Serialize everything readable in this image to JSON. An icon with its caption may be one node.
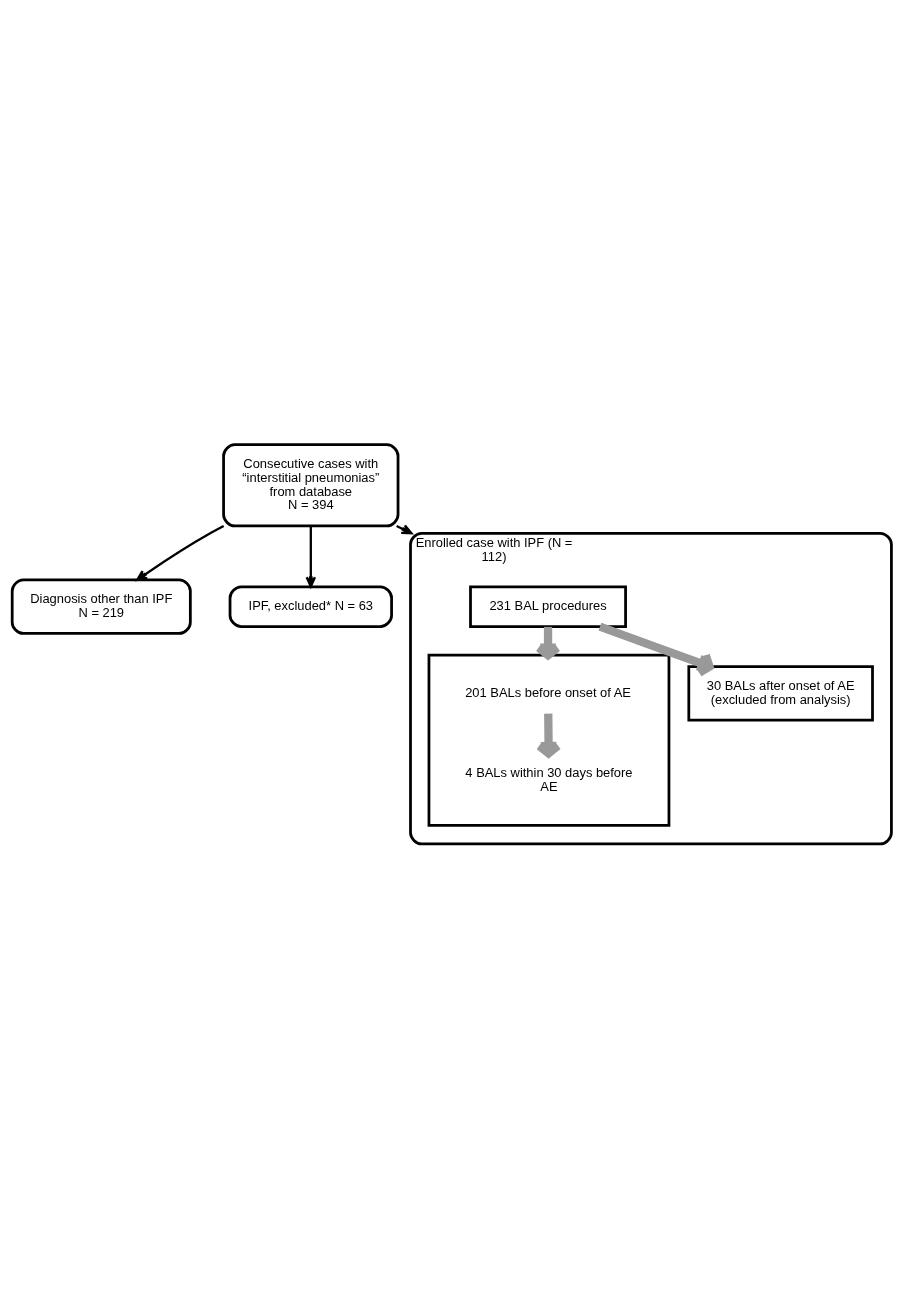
{
  "diagram": {
    "nodes": [
      {
        "text": [
          "Consecutive cases with “interstitial pneumonias” from database",
          "N = 394"
        ]
      },
      {
        "text": [
          "Diagnosis other than IPF",
          "N = 219"
        ]
      },
      {
        "text": [
          "IPF, excluded* N = 63"
        ]
      },
      {
        "text": [
          "Enrolled case with IPF (N = 112)"
        ]
      },
      {
        "text": [
          "231 BAL procedures"
        ],
        "in": 3
      },
      {
        "text": [],
        "shape": "box",
        "in": 3
      },
      {
        "text": [
          "201 BALs before onset of AE"
        ],
        "in": 5
      },
      {
        "text": [
          "4 BALs within 30 days before AE"
        ],
        "in": 5
      },
      {
        "text": [
          "30 BALs after onset of AE (excluded from analysis)"
        ],
        "in": 3
      }
    ],
    "edges": [
      {
        "from": 0,
        "to": 1,
        "arrow": "to"
      },
      {
        "from": 0,
        "to": 2,
        "arrow": "to"
      },
      {
        "from": 0,
        "to": 3,
        "arrow": "to"
      },
      {
        "from": 4,
        "to": 5,
        "arrow": "to",
        "style": "thick",
        "color": "#999999"
      },
      {
        "from": 4,
        "to": 8,
        "arrow": "to",
        "style": "thick",
        "color": "#999999"
      },
      {
        "from": 6,
        "to": 7,
        "arrow": "to",
        "style": "thick",
        "color": "#999999"
      }
    ]
  }
}
